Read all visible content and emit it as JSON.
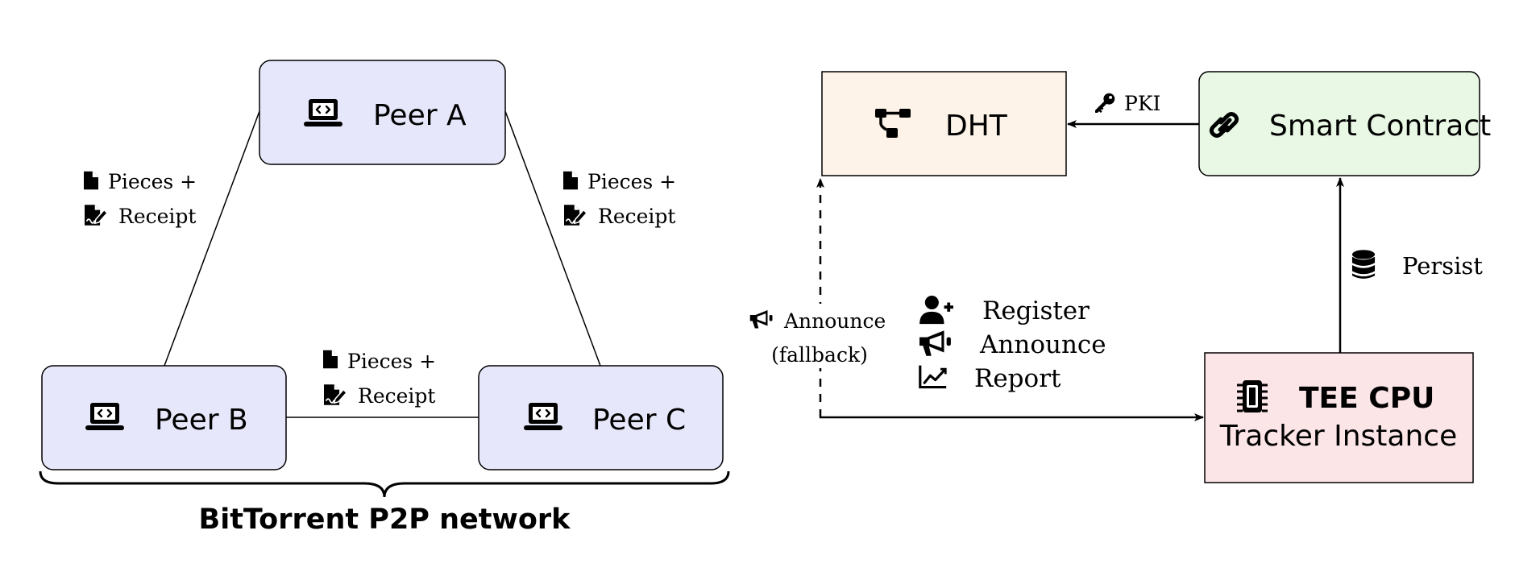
{
  "network": {
    "peers": [
      {
        "id": "a",
        "label": "Peer A",
        "icon": "laptop-code-icon"
      },
      {
        "id": "b",
        "label": "Peer B",
        "icon": "laptop-code-icon"
      },
      {
        "id": "c",
        "label": "Peer C",
        "icon": "laptop-code-icon"
      }
    ],
    "edge_label": {
      "line1": "Pieces +",
      "line2": "Receipt",
      "icon1": "file-icon",
      "icon2": "file-signature-icon"
    },
    "brace_label": "BitTorrent P2P network"
  },
  "tracker": {
    "dht": {
      "label": "DHT",
      "icon": "sitemap-icon"
    },
    "contract": {
      "label": "Smart Contract",
      "icon": "link-icon"
    },
    "tee": {
      "title": "TEE CPU",
      "subtitle": "Tracker Instance",
      "icon": "microchip-icon"
    },
    "pki_label": "PKI",
    "persist_label": "Persist",
    "fallback": {
      "line1": "Announce",
      "line2": "(fallback)"
    },
    "actions": [
      {
        "label": "Register",
        "icon": "user-plus-icon"
      },
      {
        "label": "Announce",
        "icon": "bullhorn-icon"
      },
      {
        "label": "Report",
        "icon": "chart-line-icon"
      }
    ]
  },
  "colors": {
    "peer_fill": "#e6e7fa",
    "dht_fill": "#fdf3e8",
    "contract_fill": "#e8f8e4",
    "tee_fill": "#fbe5e7",
    "stroke": "#000000"
  }
}
